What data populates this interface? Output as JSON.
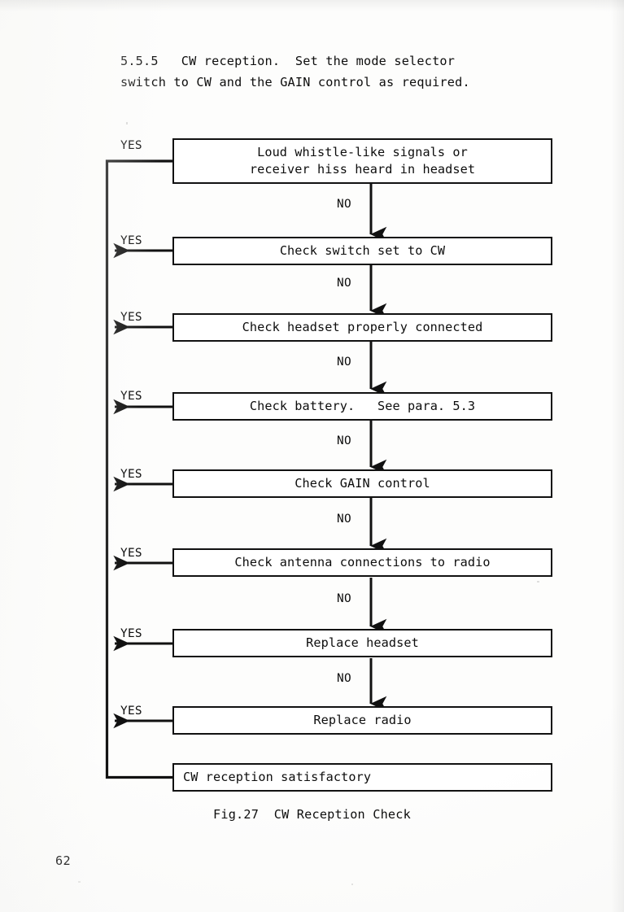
{
  "page": {
    "folio": "62",
    "intro": "5.5.5   CW reception.  Set the mode selector\nswitch to CW and the GAIN control as required.",
    "caption": "Fig.27  CW Reception Check",
    "ink_color": "#111111",
    "paper_color": "#fdfdfc"
  },
  "flowchart": {
    "type": "troubleshooting-decision-chain",
    "yes_label": "YES",
    "no_label": "NO",
    "nodes": [
      {
        "id": "n1",
        "text": "Loud whistle-like signals or\nreceiver hiss heard in headset",
        "lines": 2,
        "yes_label": "YES",
        "yes_arrowhead": false,
        "no_label": "NO",
        "has_no_arrow": true,
        "align": "center"
      },
      {
        "id": "n2",
        "text": "Check switch set to CW",
        "lines": 1,
        "yes_label": "YES",
        "yes_arrowhead": true,
        "no_label": "NO",
        "has_no_arrow": true,
        "align": "center"
      },
      {
        "id": "n3",
        "text": "Check headset properly connected",
        "lines": 1,
        "yes_label": "YES",
        "yes_arrowhead": true,
        "no_label": "NO",
        "has_no_arrow": true,
        "align": "center"
      },
      {
        "id": "n4",
        "text": "Check battery.   See para. 5.3",
        "lines": 1,
        "yes_label": "YES",
        "yes_arrowhead": true,
        "no_label": "NO",
        "has_no_arrow": true,
        "align": "center"
      },
      {
        "id": "n5",
        "text": "Check GAIN control",
        "lines": 1,
        "yes_label": "YES",
        "yes_arrowhead": true,
        "no_label": "NO",
        "has_no_arrow": true,
        "align": "center"
      },
      {
        "id": "n6",
        "text": "Check antenna connections to radio",
        "lines": 1,
        "yes_label": "YES",
        "yes_arrowhead": true,
        "no_label": "NO",
        "has_no_arrow": true,
        "align": "center"
      },
      {
        "id": "n7",
        "text": "Replace headset",
        "lines": 1,
        "yes_label": "YES",
        "yes_arrowhead": true,
        "no_label": "NO",
        "has_no_arrow": true,
        "align": "center"
      },
      {
        "id": "n8",
        "text": "Replace radio",
        "lines": 1,
        "yes_label": "YES",
        "yes_arrowhead": true,
        "no_label": "",
        "has_no_arrow": false,
        "align": "center"
      },
      {
        "id": "n9",
        "text": "CW reception satisfactory",
        "lines": 1,
        "yes_label": "",
        "yes_arrowhead": false,
        "no_label": "",
        "has_no_arrow": false,
        "align": "left"
      }
    ]
  }
}
